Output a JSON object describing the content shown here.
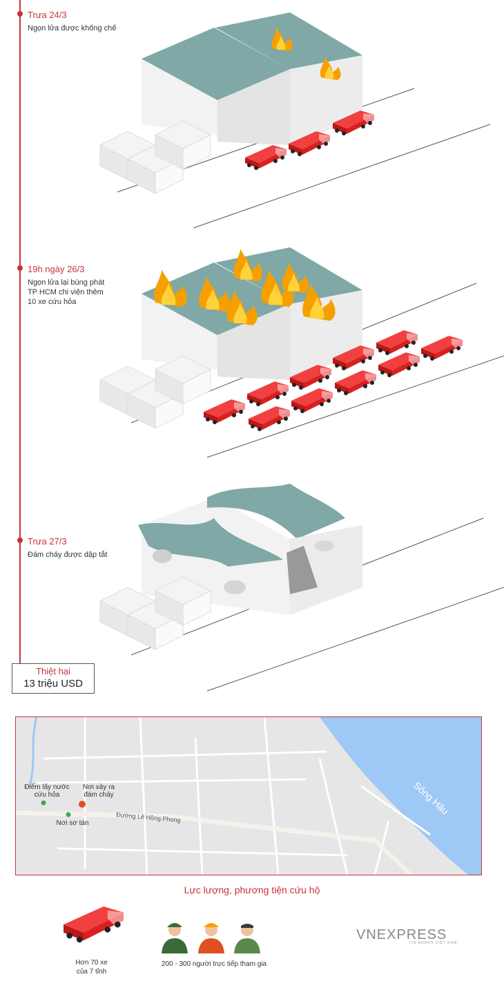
{
  "timeline": {
    "step1": {
      "title": "Trưa 24/3",
      "desc": "Ngọn lửa được khống chế"
    },
    "step2": {
      "title": "19h ngày 26/3",
      "desc1": "Ngọn lửa lại bùng phát",
      "desc2": "TP HCM chi viện thêm",
      "desc3": "10 xe cứu hỏa"
    },
    "step3": {
      "title": "Trưa 27/3",
      "desc": "Đám cháy được dập tắt"
    }
  },
  "damage": {
    "label": "Thiệt hại",
    "value": "13 triệu USD"
  },
  "map": {
    "water_point": "Điểm lấy nước cứu hỏa",
    "fire_point": "Nơi xảy ra đám cháy",
    "evacuation": "Nơi sơ tán",
    "road": "Đường Lê Hồng Phong",
    "river": "Sông Hậu"
  },
  "forces": {
    "title": "Lực lượng, phương tiện cứu hộ",
    "vehicles_line1": "Hơn 70 xe",
    "vehicles_line2": "của 7 tỉnh",
    "people": "200 - 300 người trực tiếp tham gia"
  },
  "logo": {
    "main": "VNEXPRESS",
    "sub": "TIN NHANH VIỆT NAM"
  },
  "colors": {
    "accent": "#c8323a",
    "roof": "#7fa8a6",
    "truck": "#e02020",
    "river": "#9ec8f5"
  }
}
